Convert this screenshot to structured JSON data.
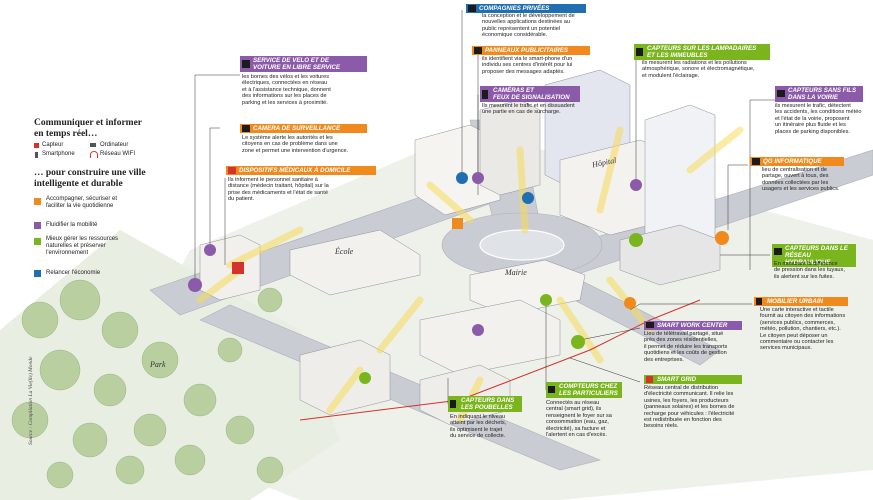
{
  "legend": {
    "title1": "Communiquer et informer\nen temps réel…",
    "devices": [
      {
        "label": "Capteur",
        "icon": "sensor-icon"
      },
      {
        "label": "Ordinateur",
        "icon": "computer-icon"
      },
      {
        "label": "Smartphone",
        "icon": "smartphone-icon"
      },
      {
        "label": "Réseau WIFI",
        "icon": "wifi-icon"
      }
    ],
    "title2": "… pour construire une ville\nintelligente et durable",
    "items": [
      {
        "label": "Accompagner, sécuriser et\nfaciliter la vie quotidienne",
        "color": "#f08a1d"
      },
      {
        "label": "Fluidifier la mobilité",
        "color": "#8b5aa8"
      },
      {
        "label": "Mieux gérer les ressources\nnaturelles et préserver\nl'environnement",
        "color": "#7ab51d"
      },
      {
        "label": "Relancer l'économie",
        "color": "#1f6fb2"
      }
    ]
  },
  "places": {
    "ecole": "École",
    "mairie": "Mairie",
    "hopital": "Hôpital",
    "park": "Park"
  },
  "source": "Source : Compilation La Vie(lle) Monde",
  "boxes": {
    "velo": {
      "title": "SERVICE DE VELO ET DE\nVOITURE EN LIBRE SERVICE",
      "text": "les bornes des vélos et les voitures\nélectriques, connectées en réseau\net à l'assistance technique, donnent\ndes informations sur les places de\nparking et les services à proximité.",
      "color": "#8b5aa8"
    },
    "camera": {
      "title": "CAMERA DE SURVEILLANCE",
      "text": "Le système alerte les autorités et les\ncitoyens en cas de problème dans une\nzone et permet une intervention d'urgence.",
      "color": "#f08a1d"
    },
    "medical": {
      "title": "DISPOSITIFS MÉDICAUX À DOMICILE",
      "text": "Ils informent le personnel sanitaire à\ndistance (médecin traitant, hôpital) sur la\nprise des médicaments et l'état de santé\ndu patient.",
      "color": "#f08a1d"
    },
    "compagnies": {
      "title": "COMPAGNIES PRIVÉES",
      "text": "la conception et le développement de\nnouvelles applications destinées au\npublic représentent un potentiel\néconomique considérable.",
      "color": "#1f6fb2"
    },
    "panneaux": {
      "title": "PANNEAUX PUBLICITAIRES",
      "text": "ils identifient via le smart-phone d'un\nindividu ses centres d'intérêt pour lui\nproposer des messages adaptés.",
      "color": "#f08a1d"
    },
    "feux": {
      "title": "CAMÉRAS ET\nFEUX DE SIGNALISATION",
      "text": "Ils mesurent le trafic et en dissuadent\nune partie en cas de surcharge.",
      "color": "#8b5aa8"
    },
    "lampadaires": {
      "title": "CAPTEURS SUR LES LAMPADAIRES\nET LES IMMEUBLES",
      "text": "ils mesurent les radiations et les pollutions\natmosphérique, sonore et électromagnétique,\net modulent l'éclairage.",
      "color": "#7ab51d"
    },
    "sansfils": {
      "title": "CAPTEURS SANS FILS\nDANS LA VOIRIE",
      "text": "ils mesurent le trafic, détectent\nles accidents, les conditions météo\net l'état de la voirie, proposent\nun itinéraire plus fluide et les\nplaces de parking disponibles.",
      "color": "#8b5aa8"
    },
    "qg": {
      "title": "QG INFORMATIQUE",
      "text": "lieu de centralisation et de\npartage, ouvert à tous, des\ndonnées collectées par les\nusagers et les services publics.",
      "color": "#f08a1d"
    },
    "hydraulique": {
      "title": "CAPTEURS DANS LE\nRÉSEAU HYDRAULIQUE",
      "text": "En mesurant la différence\nde pression dans les tuyaux,\nils alertent sur les fuites.",
      "color": "#7ab51d"
    },
    "mobilier": {
      "title": "MOBILIER URBAIN",
      "text": "Une carte interactive et tactile\nfournit au citoyen des informations\n(services publics, commerces,\nmétéo, pollution, chantiers, etc.).\nLe citoyen peut déposer un\ncommentaire ou contacter les\nservices municipaux.",
      "color": "#f08a1d"
    },
    "smartwork": {
      "title": "SMART WORK CENTER",
      "text": "Lieu de télétravail partagé, situé\nprès des zones résidentielles,\nil permet de réduire les transports\nquotidiens et les coûts de gestion\ndes entreprises.",
      "color": "#8b5aa8"
    },
    "smartgrid": {
      "title": "SMART GRID",
      "text": "Réseau central de distribution\nd'électricité communicant. Il relie les\nusines, les foyers, les producteurs\n(panneaux solaires) et les bornes de\nrecharge pour véhicules : l'électricité\nest redistribuée en fonction des\nbesoins réels.",
      "color": "#7ab51d"
    },
    "compteurs": {
      "title": "COMPTEURS CHEZ\nLES PARTICULIERS",
      "text": "Connectés au réseau\ncentral (smart grid), ils\nrenseignent le foyer sur sa\nconsommation (eau, gaz,\nélectricité), sa facture et\nl'alertent en cas d'excès.",
      "color": "#7ab51d"
    },
    "poubelles": {
      "title": "CAPTEURS DANS\nLES POUBELLES",
      "text": "En indiquant le niveau\natteint par les déchets,\nils optimisent le trajet\ndu service de collecte.",
      "color": "#7ab51d"
    }
  }
}
